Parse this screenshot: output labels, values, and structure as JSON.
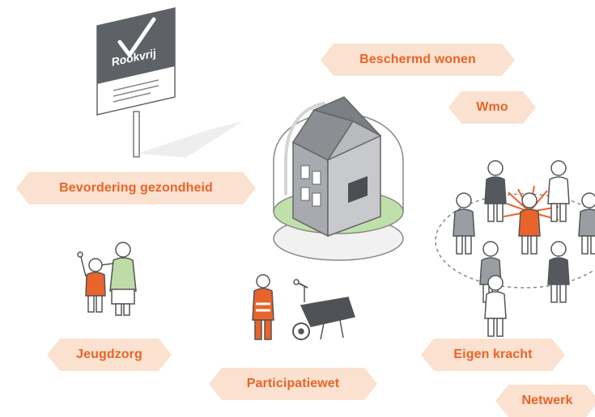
{
  "sign": {
    "text": "Rookvrij"
  },
  "tags": {
    "beschermd_wonen": "Beschermd wonen",
    "wmo": "Wmo",
    "bevordering_gezondheid": "Bevordering gezondheid",
    "jeugdzorg": "Jeugdzorg",
    "participatiewet": "Participatiewet",
    "eigen_kracht": "Eigen kracht",
    "netwerk": "Netwerk"
  },
  "colors": {
    "accent": "#e8642a",
    "tag_background": "#fbe1cf",
    "gray_figure": "#9a9ea3",
    "dark_figure": "#55595e",
    "green_base": "#b9dda3"
  }
}
